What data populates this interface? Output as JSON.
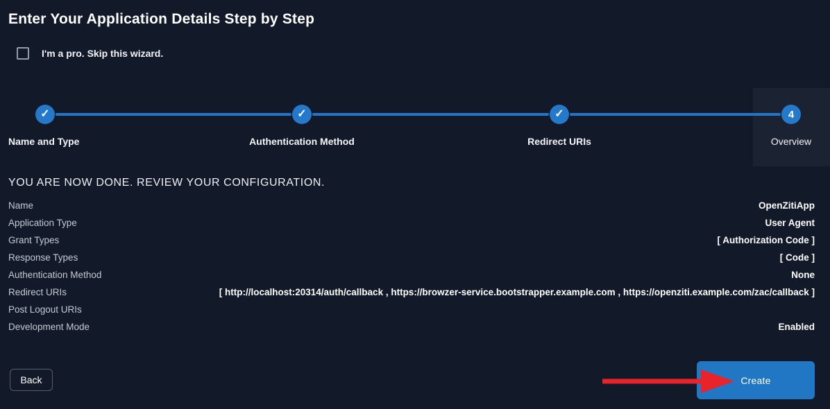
{
  "page": {
    "title": "Enter Your Application Details Step by Step",
    "skip_checkbox_label": "I'm a pro. Skip this wizard."
  },
  "stepper": {
    "check_glyph": "✓",
    "steps": [
      {
        "label": "Name and Type",
        "state": "done"
      },
      {
        "label": "Authentication Method",
        "state": "done"
      },
      {
        "label": "Redirect URIs",
        "state": "done"
      },
      {
        "label": "Overview",
        "state": "current",
        "number": "4"
      }
    ]
  },
  "review": {
    "heading": "YOU ARE NOW DONE. REVIEW YOUR CONFIGURATION.",
    "rows": [
      {
        "label": "Name",
        "value": "OpenZitiApp"
      },
      {
        "label": "Application Type",
        "value": "User Agent"
      },
      {
        "label": "Grant Types",
        "value": "[ Authorization Code ]"
      },
      {
        "label": "Response Types",
        "value": "[ Code ]"
      },
      {
        "label": "Authentication Method",
        "value": "None"
      },
      {
        "label": "Redirect URIs",
        "value": "[ http://localhost:20314/auth/callback , https://browzer-service.bootstrapper.example.com , https://openziti.example.com/zac/callback ]"
      },
      {
        "label": "Post Logout URIs",
        "value": ""
      },
      {
        "label": "Development Mode",
        "value": "Enabled"
      }
    ]
  },
  "actions": {
    "back_label": "Back",
    "create_label": "Create"
  },
  "colors": {
    "background": "#121a29",
    "step_highlight": "#1b2333",
    "accent_blue": "#2479cb",
    "button_blue": "#2277c4",
    "arrow_red": "#e9232a",
    "label_gray": "#c5cbd4"
  }
}
